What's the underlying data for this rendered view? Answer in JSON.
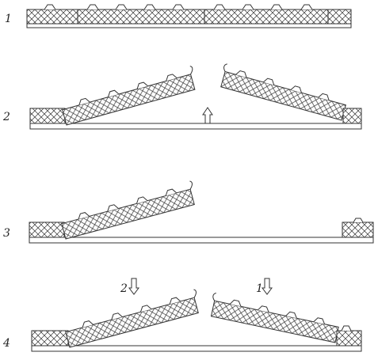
{
  "diagram": {
    "step_numbers": [
      "1",
      "2",
      "3",
      "4"
    ],
    "arrow_labels": [
      "2",
      "1"
    ]
  }
}
